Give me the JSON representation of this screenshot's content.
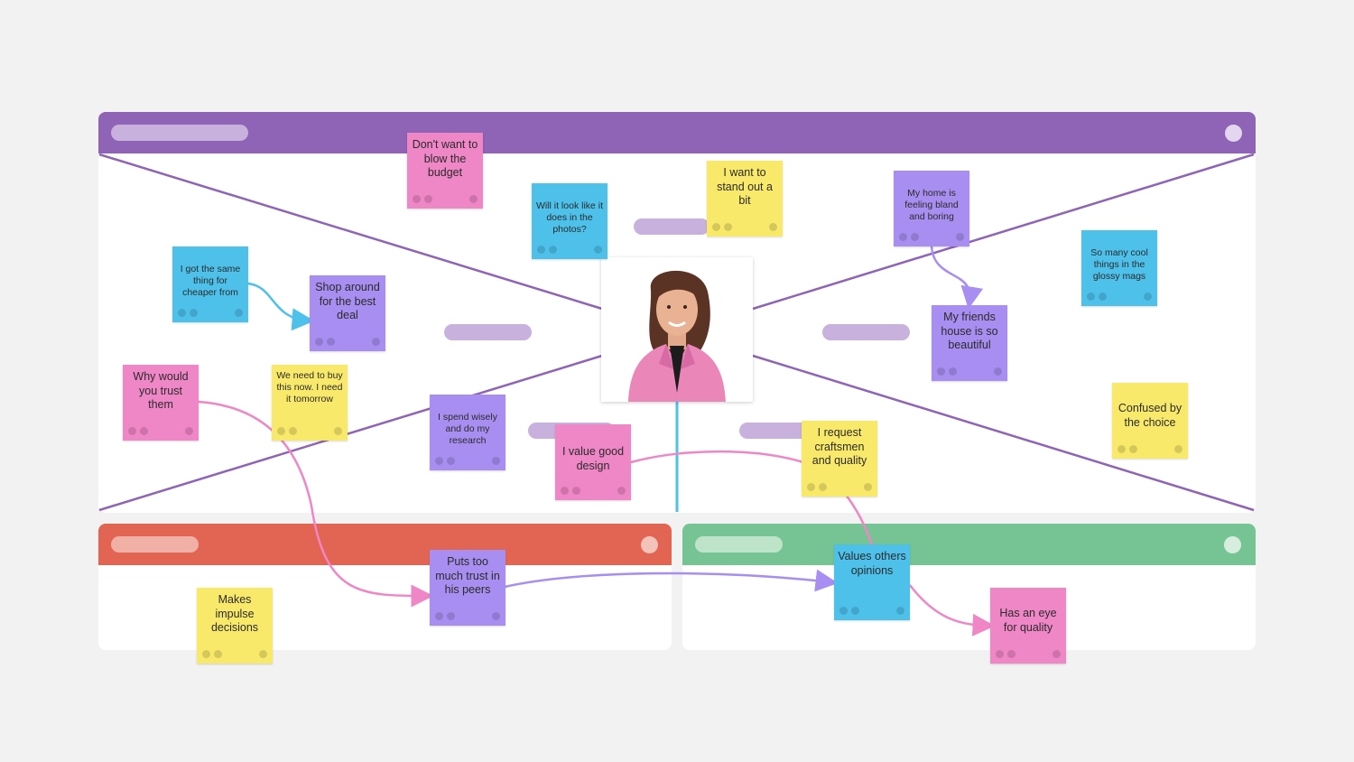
{
  "colors": {
    "background": "#f2f2f2",
    "empathy_header": "#8f63b5",
    "pains_header": "#e26553",
    "gains_header": "#76c493",
    "sticky_yellow": "#f9e96b",
    "sticky_pink": "#ef86c6",
    "sticky_blue": "#4ec1ea",
    "sticky_purple": "#a78ef0"
  },
  "persona": {
    "icon": "person-photo"
  },
  "empathy_map": {
    "notes": [
      {
        "text": "Don't want to blow the budget",
        "color": "pink"
      },
      {
        "text": "Will it look like it does in the photos?",
        "color": "blue"
      },
      {
        "text": "I want to stand out a bit",
        "color": "yellow"
      },
      {
        "text": "My home is feeling bland and boring",
        "color": "purple"
      },
      {
        "text": "So many cool things in the glossy mags",
        "color": "blue"
      },
      {
        "text": "I got the same thing for cheaper from",
        "color": "blue"
      },
      {
        "text": "Shop around for the best deal",
        "color": "purple"
      },
      {
        "text": "My friends house is so beautiful",
        "color": "purple"
      },
      {
        "text": "Why would you trust them",
        "color": "pink"
      },
      {
        "text": "We need to buy this now. I need it tomorrow",
        "color": "yellow"
      },
      {
        "text": "I spend wisely and do my research",
        "color": "purple"
      },
      {
        "text": "I value good design",
        "color": "pink"
      },
      {
        "text": "I request craftsmen and quality",
        "color": "yellow"
      },
      {
        "text": "Confused by the choice",
        "color": "yellow"
      }
    ]
  },
  "pains": {
    "notes": [
      {
        "text": "Makes impulse decisions",
        "color": "yellow"
      },
      {
        "text": "Puts too much trust in his peers",
        "color": "purple"
      }
    ]
  },
  "gains": {
    "notes": [
      {
        "text": "Values others opinions",
        "color": "blue"
      },
      {
        "text": "Has an eye for quality",
        "color": "pink"
      }
    ]
  }
}
